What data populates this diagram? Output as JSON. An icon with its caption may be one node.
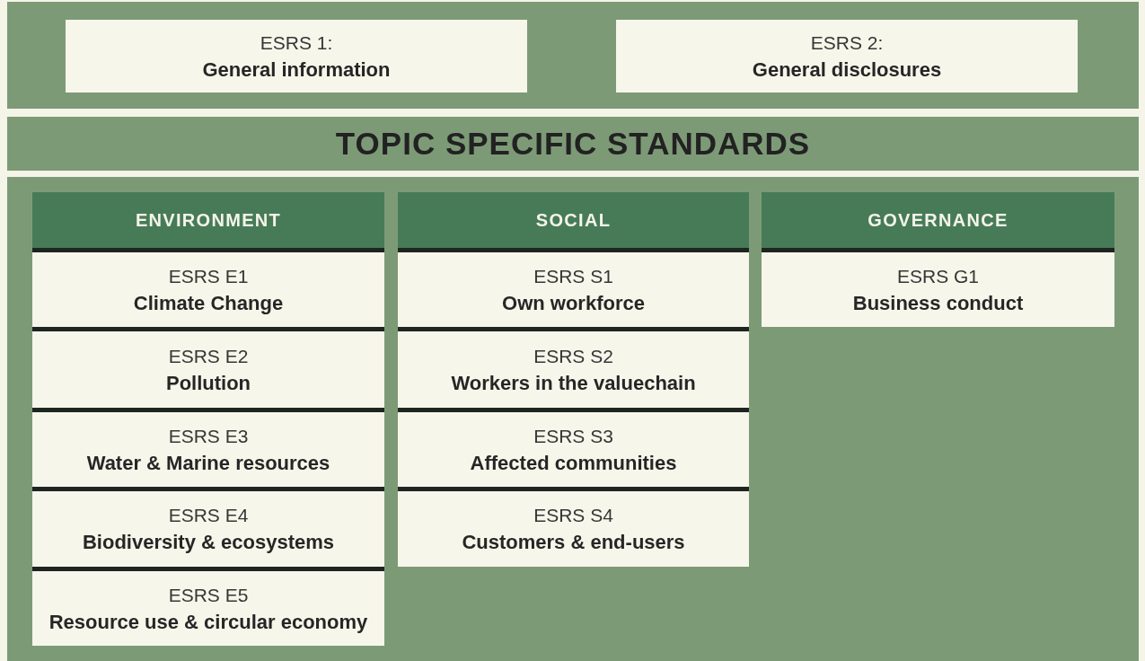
{
  "diagram": {
    "nodes": [
      {
        "text": [],
        "shape": "box"
      },
      {
        "text": [
          "ESRS 1:",
          "General information"
        ],
        "in": 0
      },
      {
        "text": [
          "ESRS 2:",
          "General disclosures"
        ],
        "in": 0
      },
      {
        "text": [
          "TOPIC SPECIFIC STANDARDS"
        ]
      },
      {
        "text": [],
        "shape": "box"
      },
      {
        "text": [
          "ENVIRONMENT"
        ],
        "in": 4
      },
      {
        "text": [
          "ESRS E1",
          "Climate Change"
        ],
        "in": 4
      },
      {
        "text": [
          "ESRS E2",
          "Pollution"
        ],
        "in": 4
      },
      {
        "text": [
          "ESRS E3",
          "Water & Marine resources"
        ],
        "in": 4
      },
      {
        "text": [
          "ESRS E4",
          "Biodiversity & ecosystems"
        ],
        "in": 4
      },
      {
        "text": [
          "ESRS E5",
          "Resource use & circular economy"
        ],
        "in": 4
      },
      {
        "text": [
          "SOCIAL"
        ],
        "in": 4
      },
      {
        "text": [
          "ESRS S1",
          "Own workforce"
        ],
        "in": 4
      },
      {
        "text": [
          "ESRS S2",
          "Workers in the valuechain"
        ],
        "in": 4
      },
      {
        "text": [
          "ESRS S3",
          "Affected communities"
        ],
        "in": 4
      },
      {
        "text": [
          "ESRS S4",
          "Customers & end-users"
        ],
        "in": 4
      },
      {
        "text": [
          "GOVERNANCE"
        ],
        "in": 4
      },
      {
        "text": [
          "ESRS G1",
          "Business conduct"
        ],
        "in": 4
      }
    ]
  }
}
